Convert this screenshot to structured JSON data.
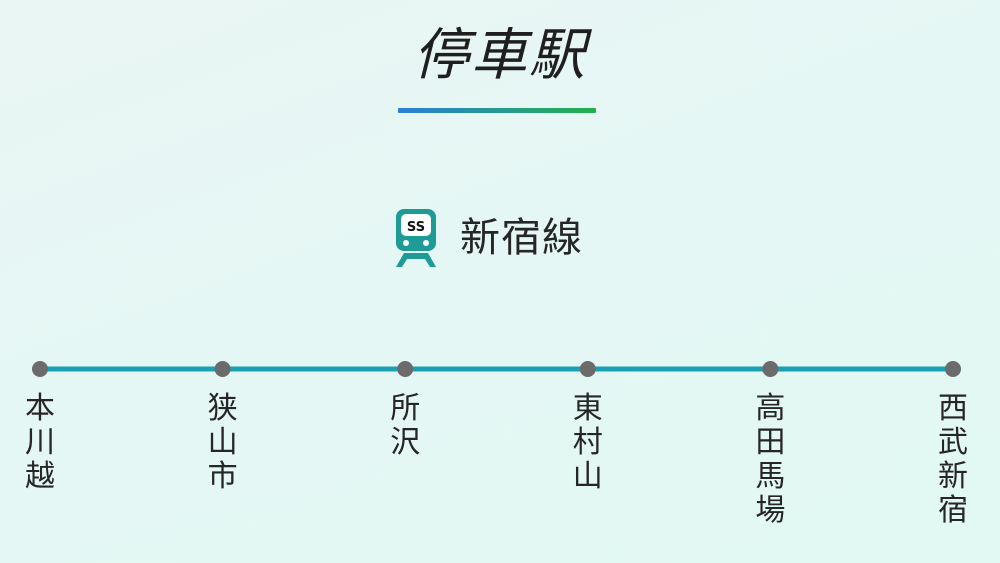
{
  "title": "停車駅",
  "colors": {
    "underline_start": "#2b7fd8",
    "underline_end": "#22b04a",
    "route_line": "#1aa0b2",
    "station_dot": "#6b6b6b",
    "icon_color": "#1f9b95"
  },
  "line": {
    "icon": "train-front-icon",
    "icon_badge": "SS",
    "name": "新宿線"
  },
  "stations": [
    {
      "name": "本川越"
    },
    {
      "name": "狭山市"
    },
    {
      "name": "所沢"
    },
    {
      "name": "東村山"
    },
    {
      "name": "高田馬場"
    },
    {
      "name": "西武新宿"
    }
  ]
}
